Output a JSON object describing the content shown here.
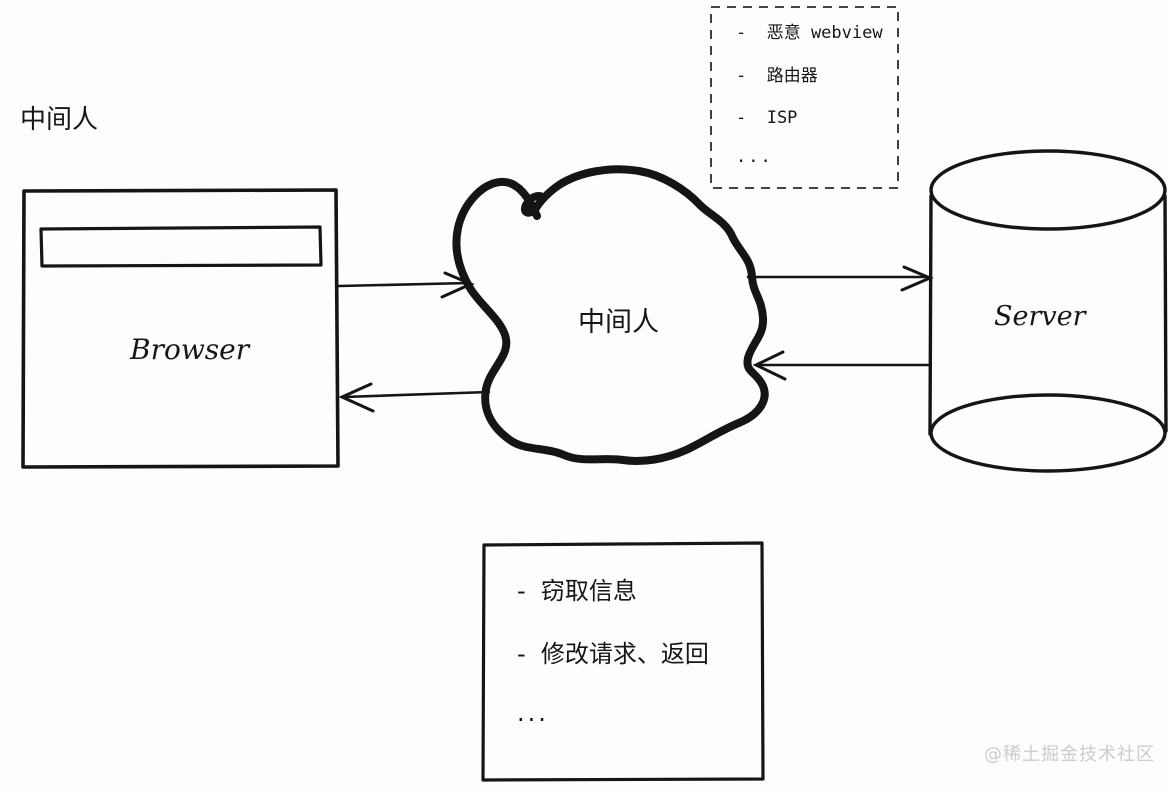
{
  "page": {
    "title": "中间人",
    "watermark": "@稀土掘金技术社区"
  },
  "browser": {
    "label": "Browser"
  },
  "middleman": {
    "label": "中间人"
  },
  "server": {
    "label": "Server"
  },
  "threat_box": {
    "items": [
      "-  恶意 webview",
      "-  路由器",
      "-  ISP",
      "..."
    ]
  },
  "action_box": {
    "items": [
      "-  窃取信息",
      "-  修改请求、返回",
      "..."
    ]
  },
  "colors": {
    "ink": "#151515",
    "background": "#fcfdfd",
    "watermark_gray": "#c8cdd0"
  }
}
